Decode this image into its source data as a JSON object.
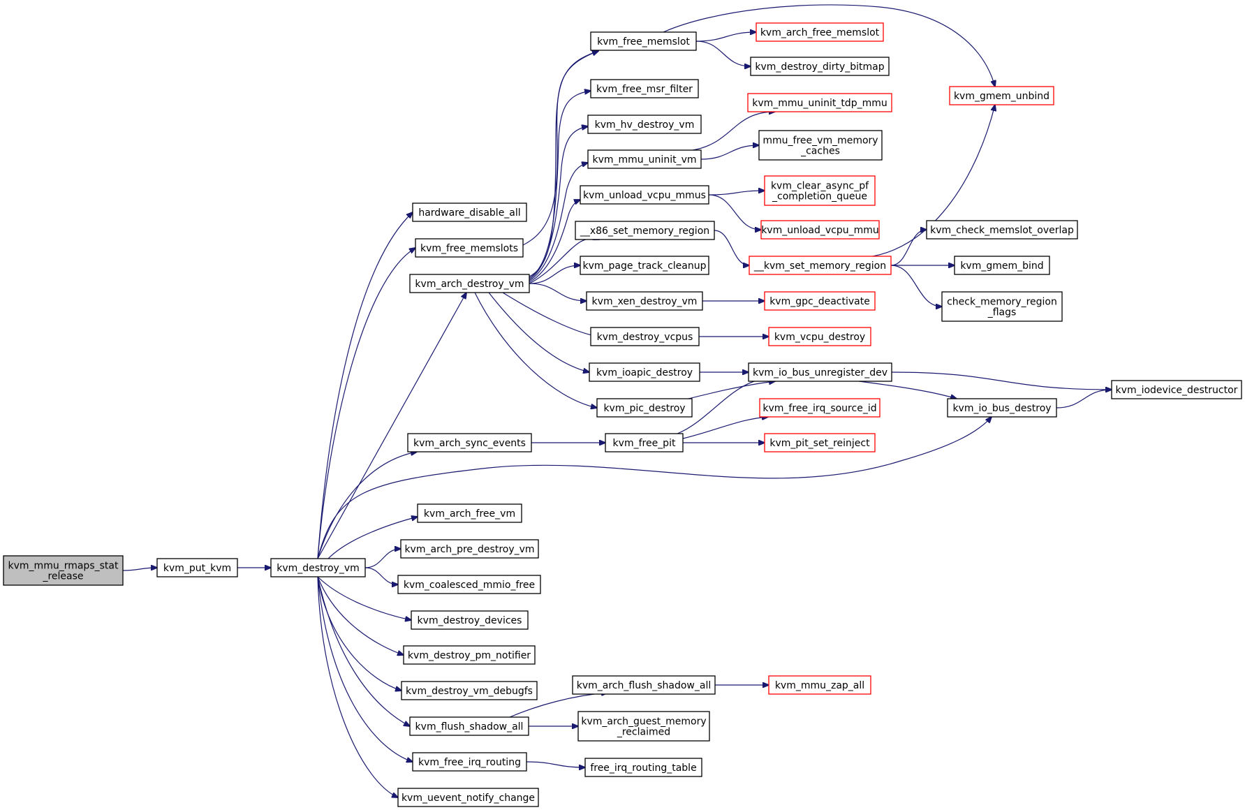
{
  "colors": {
    "edge": "#191970",
    "border_normal": "#000000",
    "border_truncated": "#ff0000",
    "fill_root": "#bfbfbf",
    "fill_normal": "#ffffff"
  },
  "nodes": {
    "root": {
      "lines": [
        "kvm_mmu_rmaps_stat",
        "_release"
      ],
      "kind": "root"
    },
    "put_kvm": {
      "lines": [
        "kvm_put_kvm"
      ],
      "kind": "normal"
    },
    "destroy_vm": {
      "lines": [
        "kvm_destroy_vm"
      ],
      "kind": "normal"
    },
    "hw_disable": {
      "lines": [
        "hardware_disable_all"
      ],
      "kind": "normal"
    },
    "free_memslots": {
      "lines": [
        "kvm_free_memslots"
      ],
      "kind": "normal"
    },
    "arch_destroy": {
      "lines": [
        "kvm_arch_destroy_vm"
      ],
      "kind": "normal"
    },
    "arch_sync": {
      "lines": [
        "kvm_arch_sync_events"
      ],
      "kind": "normal"
    },
    "arch_free_vm": {
      "lines": [
        "kvm_arch_free_vm"
      ],
      "kind": "normal"
    },
    "arch_pre": {
      "lines": [
        "kvm_arch_pre_destroy_vm"
      ],
      "kind": "normal"
    },
    "coalesced": {
      "lines": [
        "kvm_coalesced_mmio_free"
      ],
      "kind": "normal"
    },
    "destroy_devices": {
      "lines": [
        "kvm_destroy_devices"
      ],
      "kind": "normal"
    },
    "destroy_pm": {
      "lines": [
        "kvm_destroy_pm_notifier"
      ],
      "kind": "normal"
    },
    "destroy_debugfs": {
      "lines": [
        "kvm_destroy_vm_debugfs"
      ],
      "kind": "normal"
    },
    "flush_shadow": {
      "lines": [
        "kvm_flush_shadow_all"
      ],
      "kind": "normal"
    },
    "free_irq_routing": {
      "lines": [
        "kvm_free_irq_routing"
      ],
      "kind": "normal"
    },
    "uevent": {
      "lines": [
        "kvm_uevent_notify_change"
      ],
      "kind": "normal"
    },
    "free_memslot": {
      "lines": [
        "kvm_free_memslot"
      ],
      "kind": "normal"
    },
    "free_msr": {
      "lines": [
        "kvm_free_msr_filter"
      ],
      "kind": "normal"
    },
    "hv_destroy": {
      "lines": [
        "kvm_hv_destroy_vm"
      ],
      "kind": "normal"
    },
    "mmu_uninit": {
      "lines": [
        "kvm_mmu_uninit_vm"
      ],
      "kind": "normal"
    },
    "unload_vcpu_mmus": {
      "lines": [
        "kvm_unload_vcpu_mmus"
      ],
      "kind": "normal"
    },
    "x86_set_mem": {
      "lines": [
        "__x86_set_memory_region"
      ],
      "kind": "normal"
    },
    "page_track": {
      "lines": [
        "kvm_page_track_cleanup"
      ],
      "kind": "normal"
    },
    "xen_destroy": {
      "lines": [
        "kvm_xen_destroy_vm"
      ],
      "kind": "normal"
    },
    "destroy_vcpus": {
      "lines": [
        "kvm_destroy_vcpus"
      ],
      "kind": "normal"
    },
    "ioapic": {
      "lines": [
        "kvm_ioapic_destroy"
      ],
      "kind": "normal"
    },
    "pic": {
      "lines": [
        "kvm_pic_destroy"
      ],
      "kind": "normal"
    },
    "free_pit": {
      "lines": [
        "kvm_free_pit"
      ],
      "kind": "normal"
    },
    "arch_flush": {
      "lines": [
        "kvm_arch_flush_shadow_all"
      ],
      "kind": "normal"
    },
    "guest_reclaimed": {
      "lines": [
        "kvm_arch_guest_memory",
        "_reclaimed"
      ],
      "kind": "normal"
    },
    "free_irq_table": {
      "lines": [
        "free_irq_routing_table"
      ],
      "kind": "normal"
    },
    "arch_free_memslot": {
      "lines": [
        "kvm_arch_free_memslot"
      ],
      "kind": "truncated"
    },
    "destroy_dirty": {
      "lines": [
        "kvm_destroy_dirty_bitmap"
      ],
      "kind": "normal"
    },
    "uninit_tdp": {
      "lines": [
        "kvm_mmu_uninit_tdp_mmu"
      ],
      "kind": "truncated"
    },
    "mmu_free_caches": {
      "lines": [
        "mmu_free_vm_memory",
        "_caches"
      ],
      "kind": "normal"
    },
    "clear_async": {
      "lines": [
        "kvm_clear_async_pf",
        "_completion_queue"
      ],
      "kind": "truncated"
    },
    "unload_vcpu_mmu": {
      "lines": [
        "kvm_unload_vcpu_mmu"
      ],
      "kind": "truncated"
    },
    "set_mem_region": {
      "lines": [
        "__kvm_set_memory_region"
      ],
      "kind": "truncated"
    },
    "gpc_deactivate": {
      "lines": [
        "kvm_gpc_deactivate"
      ],
      "kind": "truncated"
    },
    "vcpu_destroy": {
      "lines": [
        "kvm_vcpu_destroy"
      ],
      "kind": "truncated"
    },
    "io_unregister": {
      "lines": [
        "kvm_io_bus_unregister_dev"
      ],
      "kind": "normal"
    },
    "free_irq_source": {
      "lines": [
        "kvm_free_irq_source_id"
      ],
      "kind": "truncated"
    },
    "pit_reinject": {
      "lines": [
        "kvm_pit_set_reinject"
      ],
      "kind": "truncated"
    },
    "mmu_zap_all": {
      "lines": [
        "kvm_mmu_zap_all"
      ],
      "kind": "truncated"
    },
    "gmem_unbind": {
      "lines": [
        "kvm_gmem_unbind"
      ],
      "kind": "truncated"
    },
    "check_overlap": {
      "lines": [
        "kvm_check_memslot_overlap"
      ],
      "kind": "normal"
    },
    "gmem_bind": {
      "lines": [
        "kvm_gmem_bind"
      ],
      "kind": "normal"
    },
    "check_flags": {
      "lines": [
        "check_memory_region",
        "_flags"
      ],
      "kind": "normal"
    },
    "io_bus_destroy": {
      "lines": [
        "kvm_io_bus_destroy"
      ],
      "kind": "normal"
    },
    "iodevice_dtor": {
      "lines": [
        "kvm_iodevice_destructor"
      ],
      "kind": "normal"
    }
  },
  "edges": [
    [
      "root",
      "put_kvm"
    ],
    [
      "put_kvm",
      "destroy_vm"
    ],
    [
      "destroy_vm",
      "hw_disable"
    ],
    [
      "destroy_vm",
      "free_memslots"
    ],
    [
      "destroy_vm",
      "arch_destroy"
    ],
    [
      "destroy_vm",
      "arch_sync"
    ],
    [
      "destroy_vm",
      "io_bus_destroy"
    ],
    [
      "destroy_vm",
      "arch_free_vm"
    ],
    [
      "destroy_vm",
      "arch_pre"
    ],
    [
      "destroy_vm",
      "coalesced"
    ],
    [
      "destroy_vm",
      "destroy_devices"
    ],
    [
      "destroy_vm",
      "destroy_pm"
    ],
    [
      "destroy_vm",
      "destroy_debugfs"
    ],
    [
      "destroy_vm",
      "flush_shadow"
    ],
    [
      "destroy_vm",
      "free_irq_routing"
    ],
    [
      "destroy_vm",
      "uevent"
    ],
    [
      "free_memslots",
      "free_memslot"
    ],
    [
      "arch_destroy",
      "free_memslot"
    ],
    [
      "arch_destroy",
      "free_msr"
    ],
    [
      "arch_destroy",
      "hv_destroy"
    ],
    [
      "arch_destroy",
      "mmu_uninit"
    ],
    [
      "arch_destroy",
      "unload_vcpu_mmus"
    ],
    [
      "arch_destroy",
      "x86_set_mem"
    ],
    [
      "arch_destroy",
      "page_track"
    ],
    [
      "arch_destroy",
      "xen_destroy"
    ],
    [
      "arch_destroy",
      "destroy_vcpus"
    ],
    [
      "arch_destroy",
      "ioapic"
    ],
    [
      "arch_destroy",
      "pic"
    ],
    [
      "arch_sync",
      "free_pit"
    ],
    [
      "flush_shadow",
      "arch_flush"
    ],
    [
      "flush_shadow",
      "guest_reclaimed"
    ],
    [
      "free_irq_routing",
      "free_irq_table"
    ],
    [
      "free_memslot",
      "arch_free_memslot"
    ],
    [
      "free_memslot",
      "destroy_dirty"
    ],
    [
      "free_memslot",
      "gmem_unbind"
    ],
    [
      "mmu_uninit",
      "uninit_tdp"
    ],
    [
      "mmu_uninit",
      "mmu_free_caches"
    ],
    [
      "unload_vcpu_mmus",
      "clear_async"
    ],
    [
      "unload_vcpu_mmus",
      "unload_vcpu_mmu"
    ],
    [
      "x86_set_mem",
      "set_mem_region"
    ],
    [
      "xen_destroy",
      "gpc_deactivate"
    ],
    [
      "destroy_vcpus",
      "vcpu_destroy"
    ],
    [
      "ioapic",
      "io_unregister"
    ],
    [
      "pic",
      "io_unregister"
    ],
    [
      "free_pit",
      "io_unregister"
    ],
    [
      "free_pit",
      "free_irq_source"
    ],
    [
      "free_pit",
      "pit_reinject"
    ],
    [
      "arch_flush",
      "mmu_zap_all"
    ],
    [
      "set_mem_region",
      "gmem_unbind"
    ],
    [
      "set_mem_region",
      "check_overlap"
    ],
    [
      "set_mem_region",
      "gmem_bind"
    ],
    [
      "set_mem_region",
      "check_flags"
    ],
    [
      "io_unregister",
      "iodevice_dtor"
    ],
    [
      "io_unregister",
      "io_bus_destroy"
    ],
    [
      "io_bus_destroy",
      "iodevice_dtor"
    ]
  ]
}
